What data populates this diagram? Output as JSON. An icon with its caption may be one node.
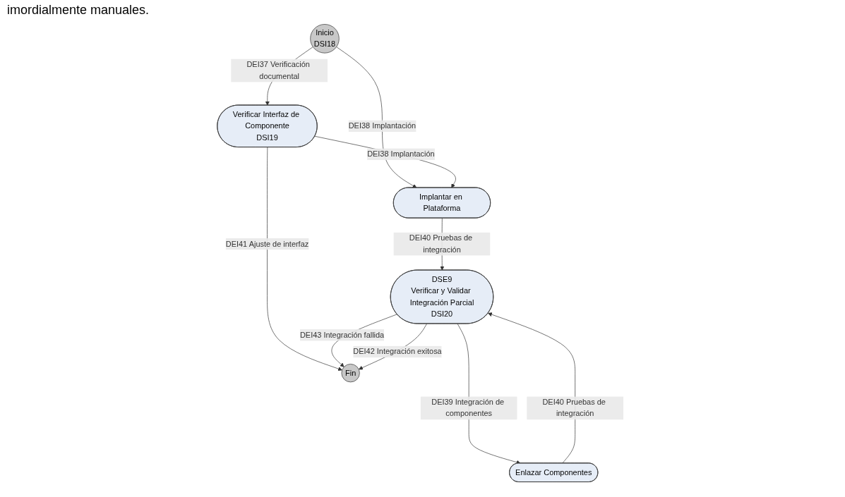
{
  "diagram": {
    "nodes": [
      {
        "text": [
          "Inicio",
          "DSI18"
        ]
      },
      {
        "text": [
          "Verificar Interfaz de Componente",
          "DSI19"
        ]
      },
      {
        "text": [
          "Fin"
        ]
      },
      {
        "text": [
          "Implantar en Plataforma"
        ]
      },
      {
        "text": [
          "DSE9",
          "Verificar y Validar Integración Parcial",
          "DSI20"
        ]
      },
      {
        "text": [
          "Enlazar Componentes"
        ]
      }
    ],
    "edges": [
      {
        "from": 0,
        "to": 1,
        "arrow": "to",
        "label": "DEI37 Verificación documental"
      },
      {
        "from": 0,
        "to": 3,
        "arrow": "to",
        "label": "DEI38 Implantación"
      },
      {
        "from": 1,
        "to": 3,
        "arrow": "to",
        "label": "DEI38 Implantación"
      },
      {
        "from": 1,
        "to": 2,
        "arrow": "to",
        "label": "DEI41 Ajuste de interfaz"
      },
      {
        "from": 3,
        "to": 4,
        "arrow": "to",
        "label": "DEI40 Pruebas de integración"
      },
      {
        "from": 4,
        "to": 2,
        "arrow": "to",
        "label": "DEI43 Integración fallida"
      },
      {
        "from": 4,
        "to": 2,
        "arrow": "to",
        "label": "DEI42 Integración exitosa"
      },
      {
        "from": 4,
        "to": 5,
        "arrow": "to",
        "label": "DEI39 Integración de componentes"
      },
      {
        "from": 5,
        "to": 4,
        "arrow": "to",
        "label": "DEI40 Pruebas de integración"
      }
    ],
    "labels": [
      "imordialmente manuales."
    ]
  }
}
